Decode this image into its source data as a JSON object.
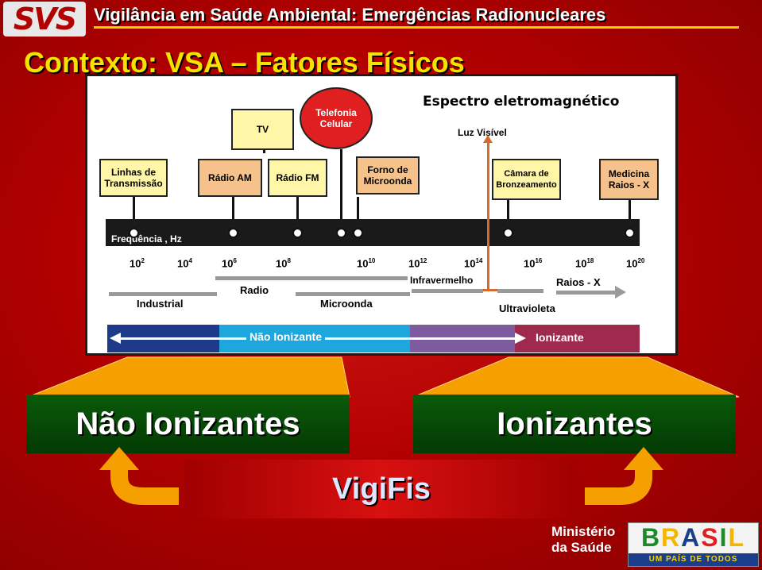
{
  "header": {
    "logo_text": "SVS",
    "title": "Vigilância em Saúde Ambiental: Emergências Radionucleares"
  },
  "section_title": "Contexto: VSA – Fatores Físicos",
  "spectrum": {
    "title": "Espectro eletromagnético",
    "visible_light": "Luz Visível",
    "axis_label": "Frequência , Hz",
    "devices": [
      {
        "label": "Linhas de Transmissão"
      },
      {
        "label": "TV"
      },
      {
        "label": "Rádio AM"
      },
      {
        "label": "Rádio FM"
      },
      {
        "label": "Telefonia Celular"
      },
      {
        "label": "Forno de Microonda"
      },
      {
        "label": "Câmara de Bronzeamento"
      },
      {
        "label": "Medicina Raios - X"
      }
    ],
    "ticks": [
      {
        "base": "10",
        "exp": "2"
      },
      {
        "base": "10",
        "exp": "4"
      },
      {
        "base": "10",
        "exp": "6"
      },
      {
        "base": "10",
        "exp": "8"
      },
      {
        "base": "10",
        "exp": "10"
      },
      {
        "base": "10",
        "exp": "12"
      },
      {
        "base": "10",
        "exp": "14"
      },
      {
        "base": "10",
        "exp": "16"
      },
      {
        "base": "10",
        "exp": "18"
      },
      {
        "base": "10",
        "exp": "20"
      }
    ],
    "bands": {
      "industrial": "Industrial",
      "radio": "Radio",
      "microonda": "Microonda",
      "infravermelho": "Infravermelho",
      "ultravioleta": "Ultravioleta",
      "raios_x": "Raios - X"
    },
    "classes": {
      "nao_ionizante": "Não Ionizante",
      "ionizante": "Ionizante"
    }
  },
  "cards": {
    "left": "Não Ionizantes",
    "right": "Ionizantes",
    "center": "VigiFis"
  },
  "footer": {
    "ministerio_line1": "Ministério",
    "ministerio_line2": "da Saúde",
    "brasil": "BRASIL",
    "brasil_tagline": "UM PAÍS DE TODOS"
  },
  "colors": {
    "background": "#b30000",
    "title_yellow": "#f6e100",
    "card_green": "#0a5a0a",
    "funnel_orange": "#f5a000",
    "nao_ionizante_blue": "#1ea7dd",
    "ionizante_maroon": "#a0294e"
  }
}
